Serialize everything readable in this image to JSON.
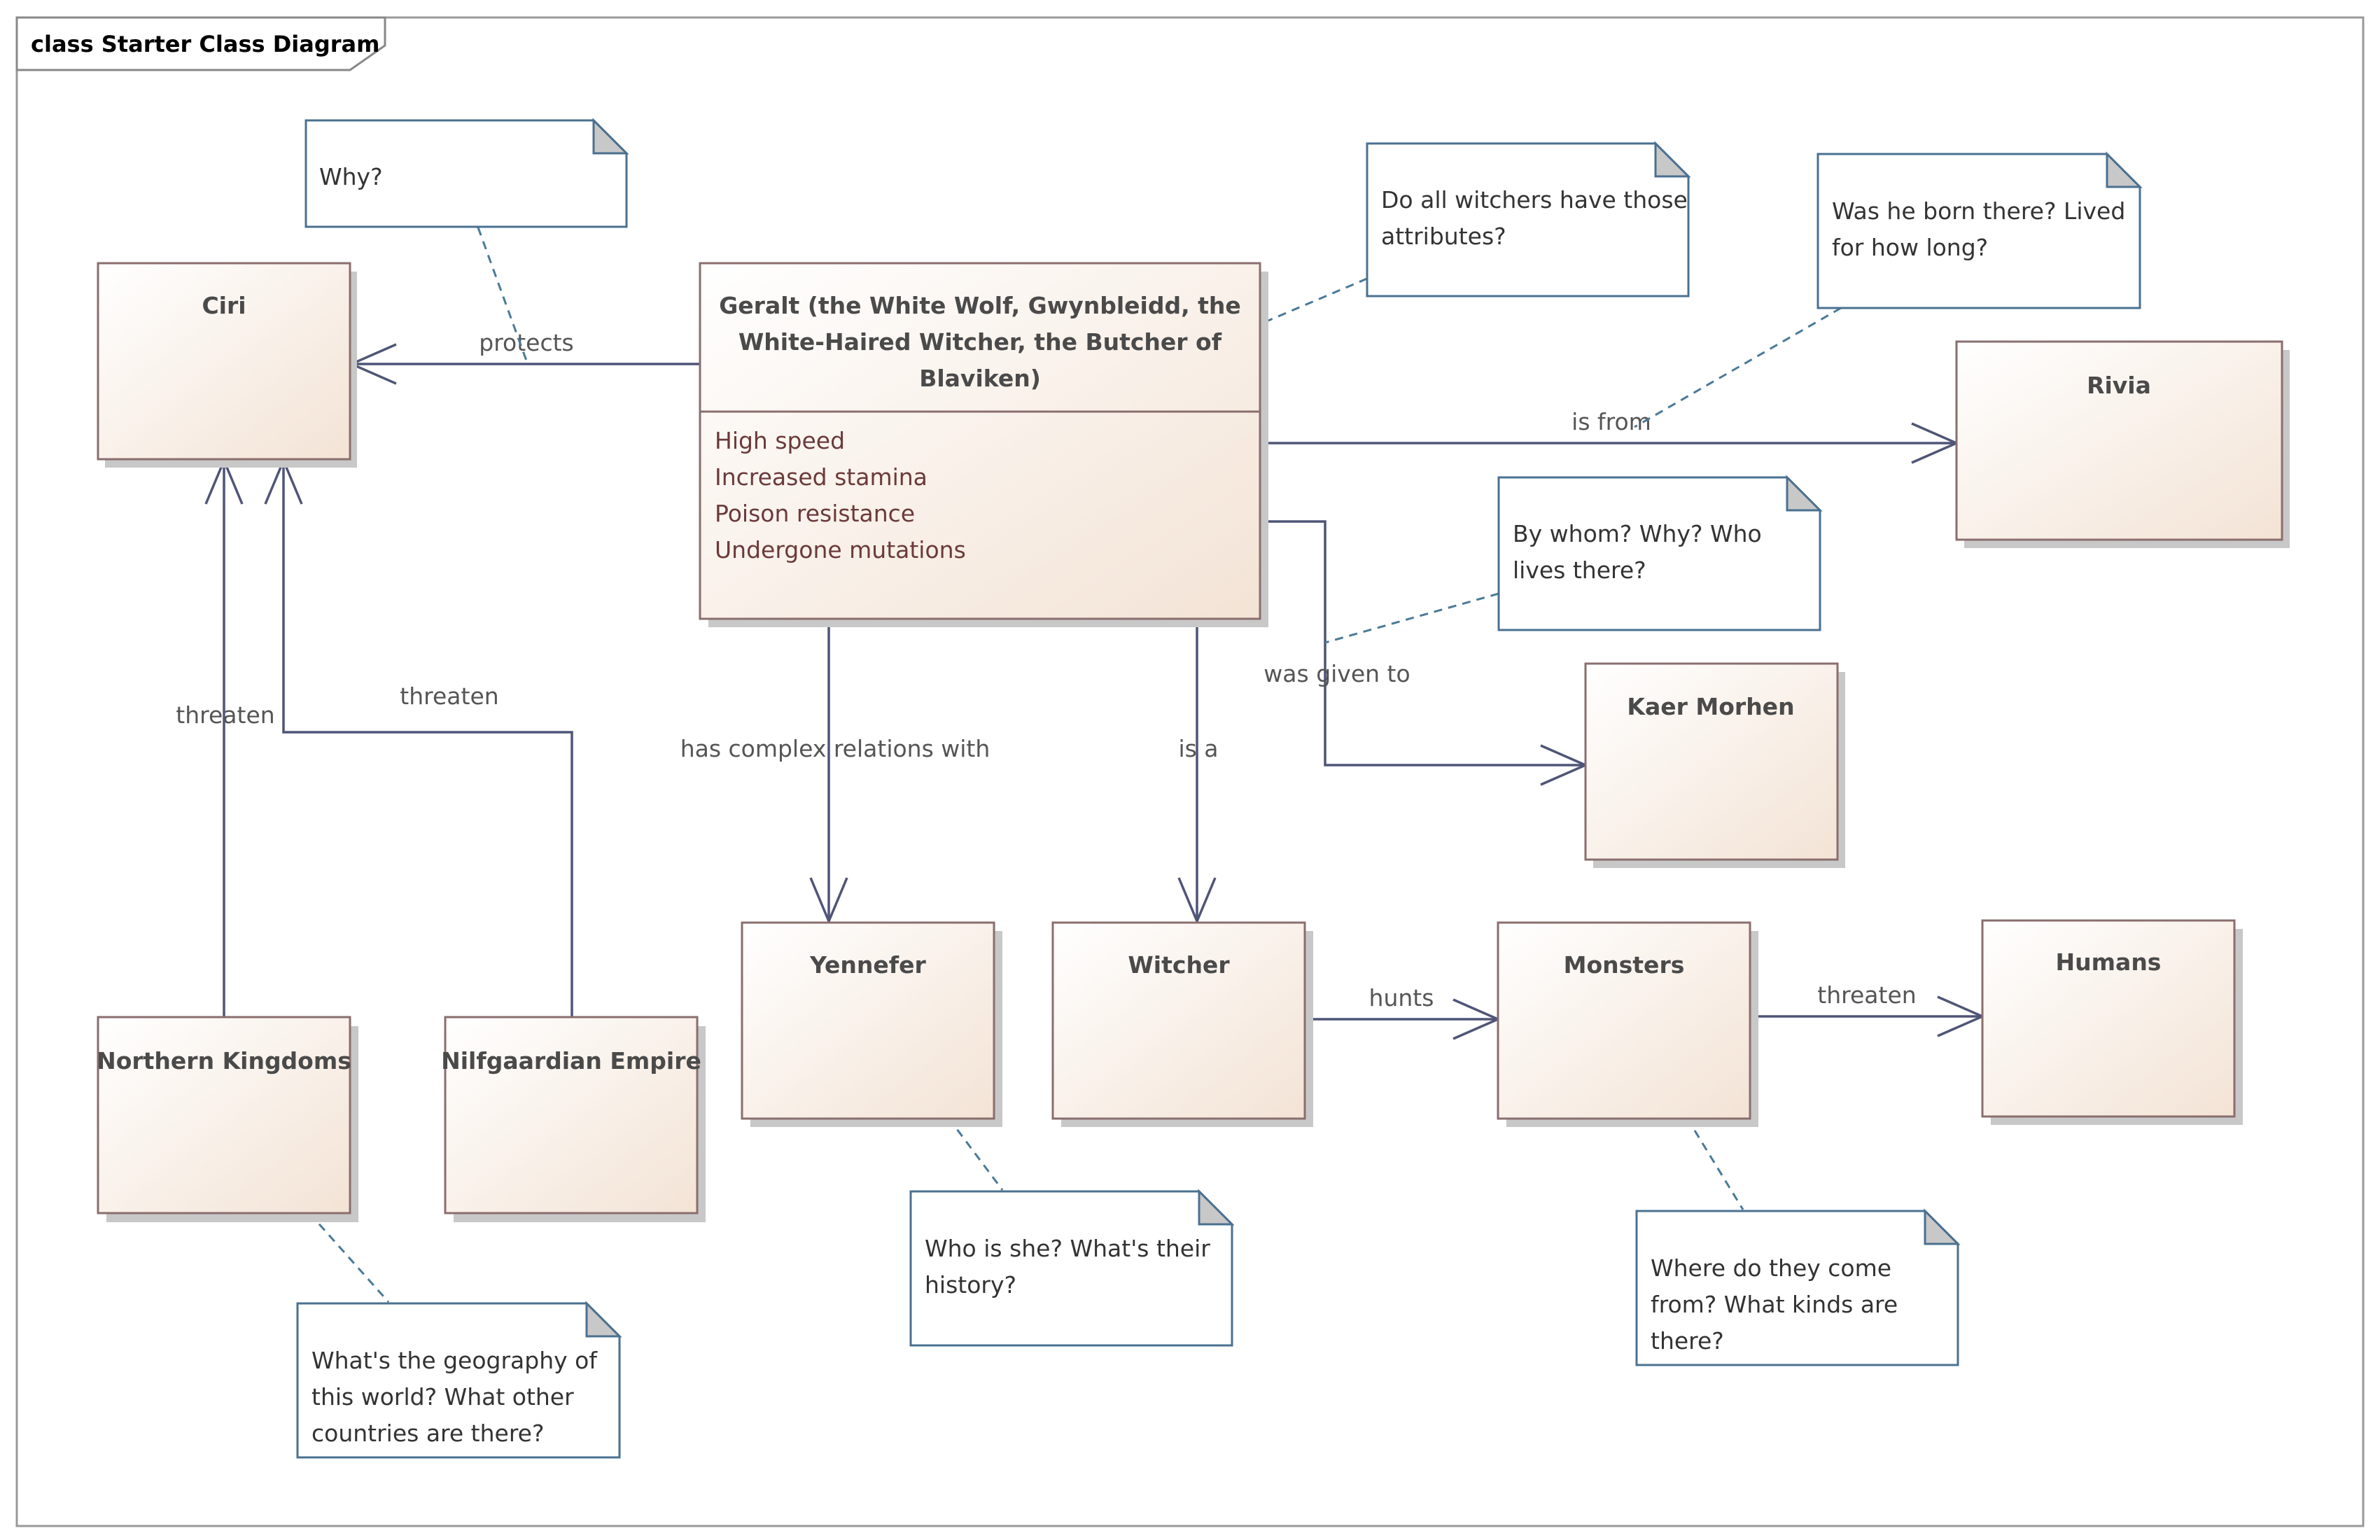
{
  "diagram": {
    "title": "class Starter Class Diagram",
    "classes": {
      "geralt": {
        "name_lines": [
          "Geralt (the White Wolf, Gwynbleidd, the",
          "White-Haired Witcher, the Butcher of",
          "Blaviken)"
        ],
        "attributes": [
          "High speed",
          "Increased stamina",
          "Poison resistance",
          "Undergone mutations"
        ]
      },
      "ciri": "Ciri",
      "rivia": "Rivia",
      "kaer_morhen": "Kaer Morhen",
      "northern_kingdoms": "Northern Kingdoms",
      "nilfgaardian_empire": "Nilfgaardian Empire",
      "yennefer": "Yennefer",
      "witcher": "Witcher",
      "monsters": "Monsters",
      "humans": "Humans"
    },
    "relations": {
      "protects": "protects",
      "is_from": "is from",
      "was_given_to": "was given to",
      "has_complex_relations_with": "has complex relations with",
      "is_a": "is a",
      "threaten_northern": "threaten",
      "threaten_nilfgaard": "threaten",
      "hunts": "hunts",
      "threaten_monsters": "threaten"
    },
    "notes": {
      "why": [
        "Why?"
      ],
      "attributes": [
        "Do all witchers have those",
        "attributes?"
      ],
      "born": [
        "Was he born there? Lived",
        "for how long?"
      ],
      "kaer": [
        "By whom? Why? Who",
        "lives there?"
      ],
      "yennefer": [
        "Who is she? What's their",
        "history?"
      ],
      "geography": [
        "What's the geography of",
        "this world? What other",
        "countries are there?"
      ],
      "monsters": [
        "Where do they come",
        "from? What kinds are",
        "there?"
      ]
    }
  }
}
